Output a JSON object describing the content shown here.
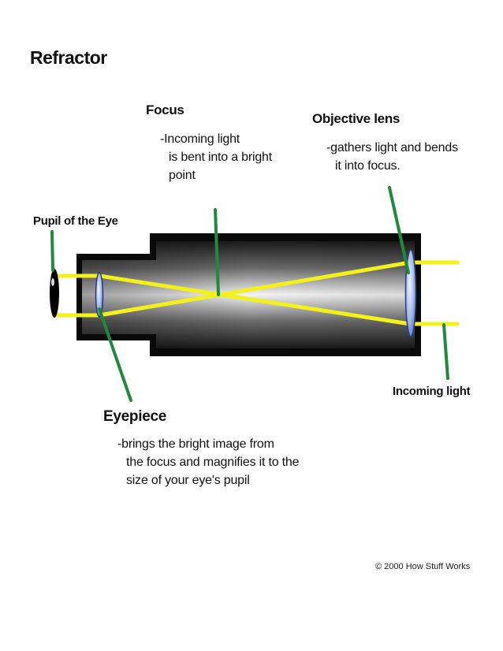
{
  "title": "Refractor",
  "labels": {
    "focus": {
      "name": "Focus",
      "lines": [
        "-Incoming light",
        "is bent into a bright",
        "point"
      ]
    },
    "objective": {
      "name": "Objective lens",
      "lines": [
        "-gathers light and bends",
        "it into focus."
      ]
    },
    "pupil": {
      "name": "Pupil of the Eye"
    },
    "incoming": {
      "name": "Incoming light"
    },
    "eyepiece": {
      "name": "Eyepiece",
      "lines": [
        "-brings the bright image from",
        "the focus and magnifies it to the",
        "size of your eye's pupil"
      ]
    }
  },
  "copyright": "© 2000 How Stuff Works",
  "colors": {
    "light_ray": "#f2f21a",
    "pointer": "#1f8a3c",
    "lens": "#6f8fd8",
    "tube_dark": "#0a0a0a"
  }
}
